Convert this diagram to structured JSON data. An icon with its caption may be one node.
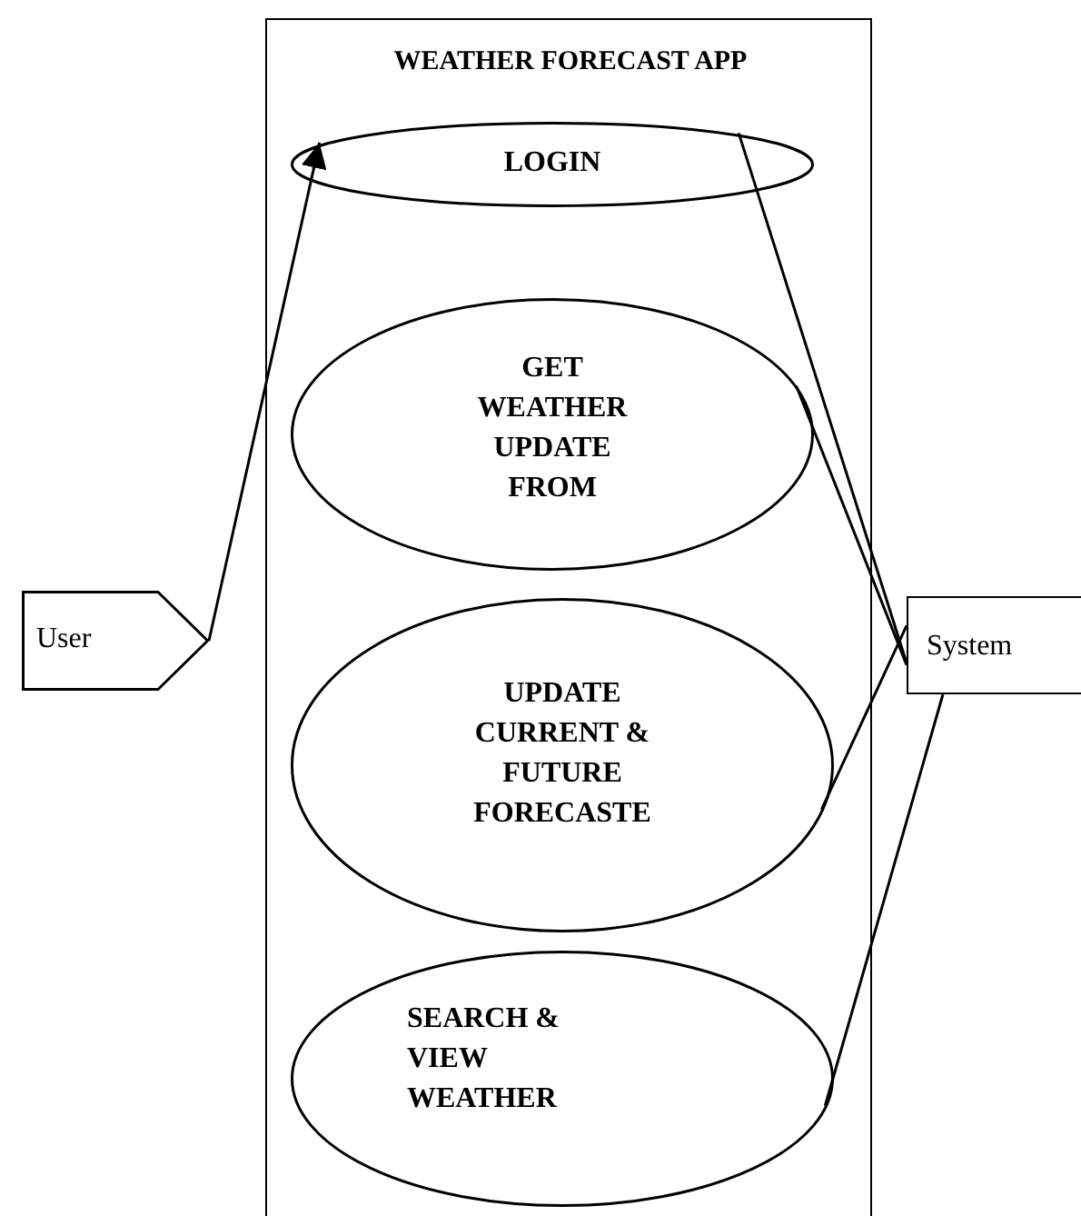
{
  "diagram": {
    "nodes": [
      {
        "text": [
          "WEATHER FORECAST APP"
        ]
      },
      {
        "text": [
          "LOGIN"
        ],
        "in": 0
      },
      {
        "text": [
          "GET WEATHER UPDATE FROM"
        ],
        "in": 0
      },
      {
        "text": [
          "UPDATE CURRENT & FUTURE FORECASTE"
        ],
        "in": 0
      },
      {
        "text": [
          "SEARCH & VIEW WEATHER"
        ],
        "in": 0
      },
      {
        "text": [
          "User"
        ]
      },
      {
        "text": [
          "System"
        ]
      }
    ],
    "edges": [
      {
        "from": 5,
        "to": 1,
        "arrow": "to"
      },
      {
        "from": 6,
        "to": 1,
        "arrow": "none"
      },
      {
        "from": 6,
        "to": 2,
        "arrow": "none"
      },
      {
        "from": 6,
        "to": 3,
        "arrow": "none"
      },
      {
        "from": 6,
        "to": 4,
        "arrow": "none"
      }
    ]
  }
}
